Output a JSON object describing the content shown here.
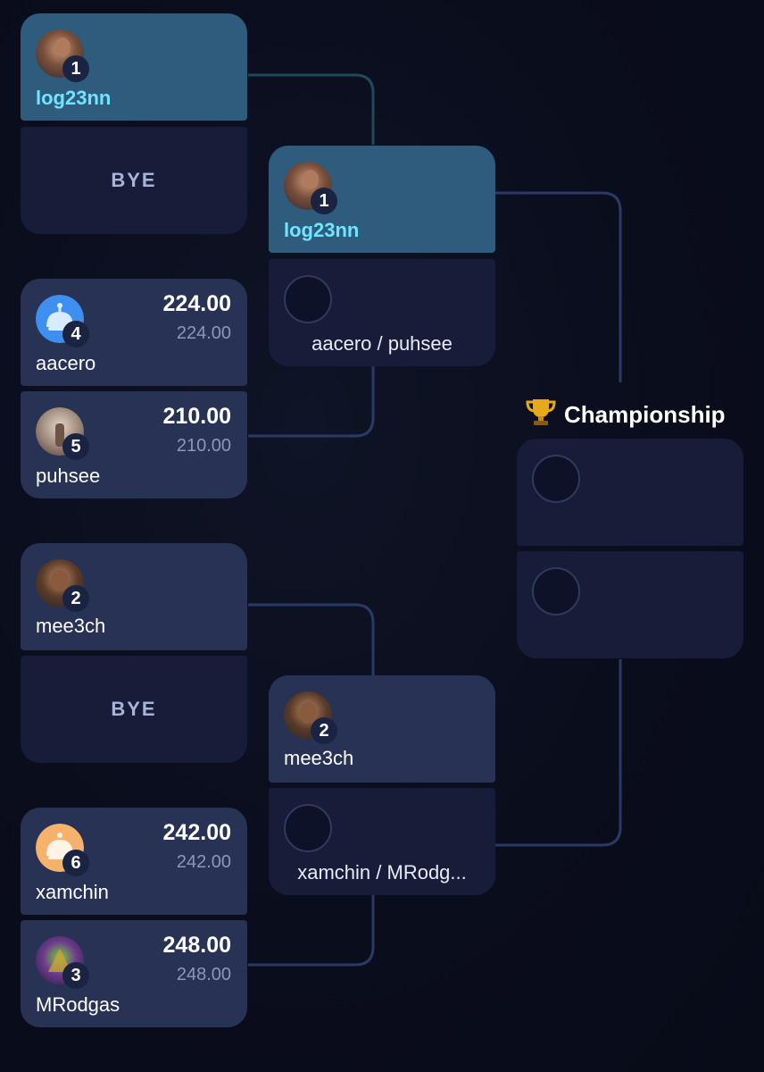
{
  "round1": {
    "m1": {
      "top": {
        "seed": "1",
        "name": "log23nn"
      },
      "bottom": {
        "bye_label": "BYE"
      }
    },
    "m2": {
      "top": {
        "seed": "4",
        "name": "aacero",
        "score": "224.00",
        "projected": "224.00"
      },
      "bottom": {
        "seed": "5",
        "name": "puhsee",
        "score": "210.00",
        "projected": "210.00"
      }
    },
    "m3": {
      "top": {
        "seed": "2",
        "name": "mee3ch"
      },
      "bottom": {
        "bye_label": "BYE"
      }
    },
    "m4": {
      "top": {
        "seed": "6",
        "name": "xamchin",
        "score": "242.00",
        "projected": "242.00"
      },
      "bottom": {
        "seed": "3",
        "name": "MRodgas",
        "score": "248.00",
        "projected": "248.00"
      }
    }
  },
  "round2": {
    "m1": {
      "top": {
        "seed": "1",
        "name": "log23nn"
      },
      "bottom": {
        "pending": "aacero   /   puhsee"
      }
    },
    "m2": {
      "top": {
        "seed": "2",
        "name": "mee3ch"
      },
      "bottom": {
        "pending": "xamchin  / MRodg..."
      }
    }
  },
  "championship": {
    "title": "Championship",
    "icon": "trophy-icon"
  },
  "colors": {
    "background": "#0a0d1c",
    "card": "#273255",
    "card_highlight": "#2f5b7c",
    "card_empty": "#171c38",
    "winner_text": "#6fe6ff",
    "connector": "#2a3a66",
    "connector_highlight": "#1f4a5c"
  }
}
